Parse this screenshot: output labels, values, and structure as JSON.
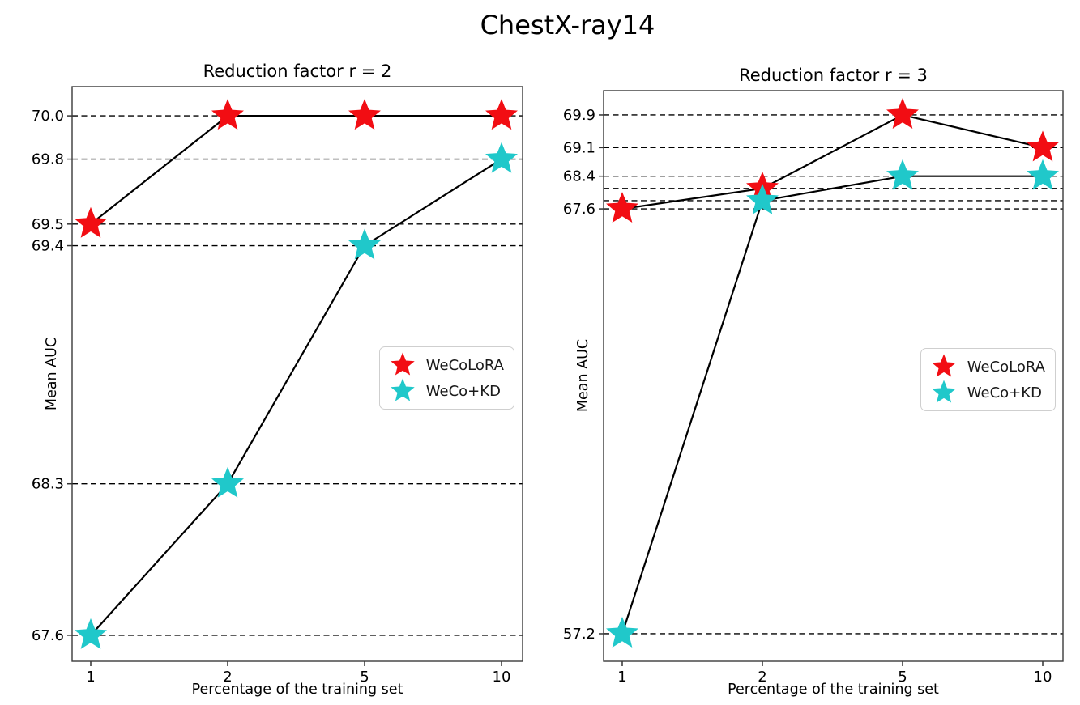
{
  "figure_title": "ChestX-ray14",
  "chart_data": [
    {
      "type": "line",
      "title": "Reduction factor r = 2",
      "xlabel": "Percentage of the training set",
      "ylabel": "Mean AUC",
      "x_tick_labels": [
        "1",
        "2",
        "5",
        "10"
      ],
      "x_spacing": "equal-spaced categories",
      "yticks": [
        70.0,
        69.8,
        69.5,
        69.4,
        68.3,
        67.6
      ],
      "ytick_labels": [
        "70.0",
        "69.8",
        "69.5",
        "69.4",
        "68.3",
        "67.6"
      ],
      "unlabeled_gridlines": [],
      "ylim": [
        67.48,
        70.135
      ],
      "grid": "dashed horizontal at tick values",
      "line_color": "#000000",
      "legend_position": "center-right",
      "series": [
        {
          "name": "WeCoLoRA",
          "marker": "star",
          "color": "#f20d13",
          "values": [
            69.5,
            70.0,
            70.0,
            70.0
          ]
        },
        {
          "name": "WeCo+KD",
          "marker": "star",
          "color": "#20c8ca",
          "values": [
            67.6,
            68.3,
            69.4,
            69.8
          ]
        }
      ]
    },
    {
      "type": "line",
      "title": "Reduction factor r = 3",
      "xlabel": "Percentage of the training set",
      "ylabel": "Mean AUC",
      "x_tick_labels": [
        "1",
        "2",
        "5",
        "10"
      ],
      "x_spacing": "equal-spaced categories",
      "yticks": [
        69.9,
        69.1,
        68.4,
        67.6,
        57.2
      ],
      "ytick_labels": [
        "69.9",
        "69.1",
        "68.4",
        "67.6",
        "57.2"
      ],
      "unlabeled_gridlines": [
        68.1,
        67.8
      ],
      "ylim": [
        56.526,
        70.494
      ],
      "grid": "dashed horizontal at tick values",
      "line_color": "#000000",
      "legend_position": "center-right",
      "series": [
        {
          "name": "WeCoLoRA",
          "marker": "star",
          "color": "#f20d13",
          "values": [
            67.6,
            68.1,
            69.9,
            69.1
          ]
        },
        {
          "name": "WeCo+KD",
          "marker": "star",
          "color": "#20c8ca",
          "values": [
            57.2,
            67.8,
            68.4,
            68.4
          ]
        }
      ]
    }
  ]
}
